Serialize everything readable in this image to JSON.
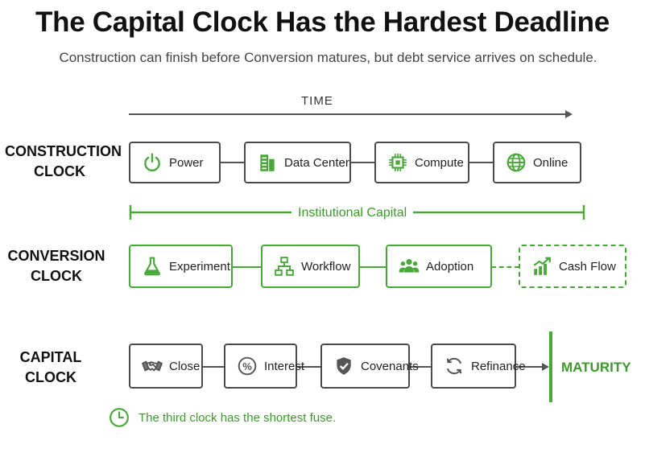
{
  "title": "The Capital Clock Has the Hardest Deadline",
  "subtitle": "Construction can finish before Conversion matures, but debt service arrives on schedule.",
  "time_label": "TIME",
  "rows": {
    "construction": {
      "label_line1": "CONSTRUCTION",
      "label_line2": "CLOCK",
      "steps": [
        "Power",
        "Data Center",
        "Compute",
        "Online"
      ]
    },
    "capital_span": {
      "label": "Institutional Capital"
    },
    "conversion": {
      "label_line1": "CONVERSION",
      "label_line2": "CLOCK",
      "steps": [
        "Experiment",
        "Workflow",
        "Adoption",
        "Cash Flow"
      ]
    },
    "capital": {
      "label_line1": "CAPITAL",
      "label_line2": "CLOCK",
      "steps": [
        "Close",
        "Interest",
        "Covenants",
        "Refinance"
      ],
      "end_label": "MATURITY"
    }
  },
  "footnote": "The third clock has the shortest fuse.",
  "colors": {
    "accent_green": "#4aa83a",
    "border_gray": "#4a4a4a",
    "text_dark": "#111111"
  },
  "icons": {
    "construction": [
      "power-icon",
      "data-center-icon",
      "chip-icon",
      "globe-icon"
    ],
    "conversion": [
      "flask-icon",
      "workflow-icon",
      "people-icon",
      "growth-chart-icon"
    ],
    "capital": [
      "handshake-icon",
      "percent-icon",
      "shield-check-icon",
      "refresh-icon"
    ]
  }
}
